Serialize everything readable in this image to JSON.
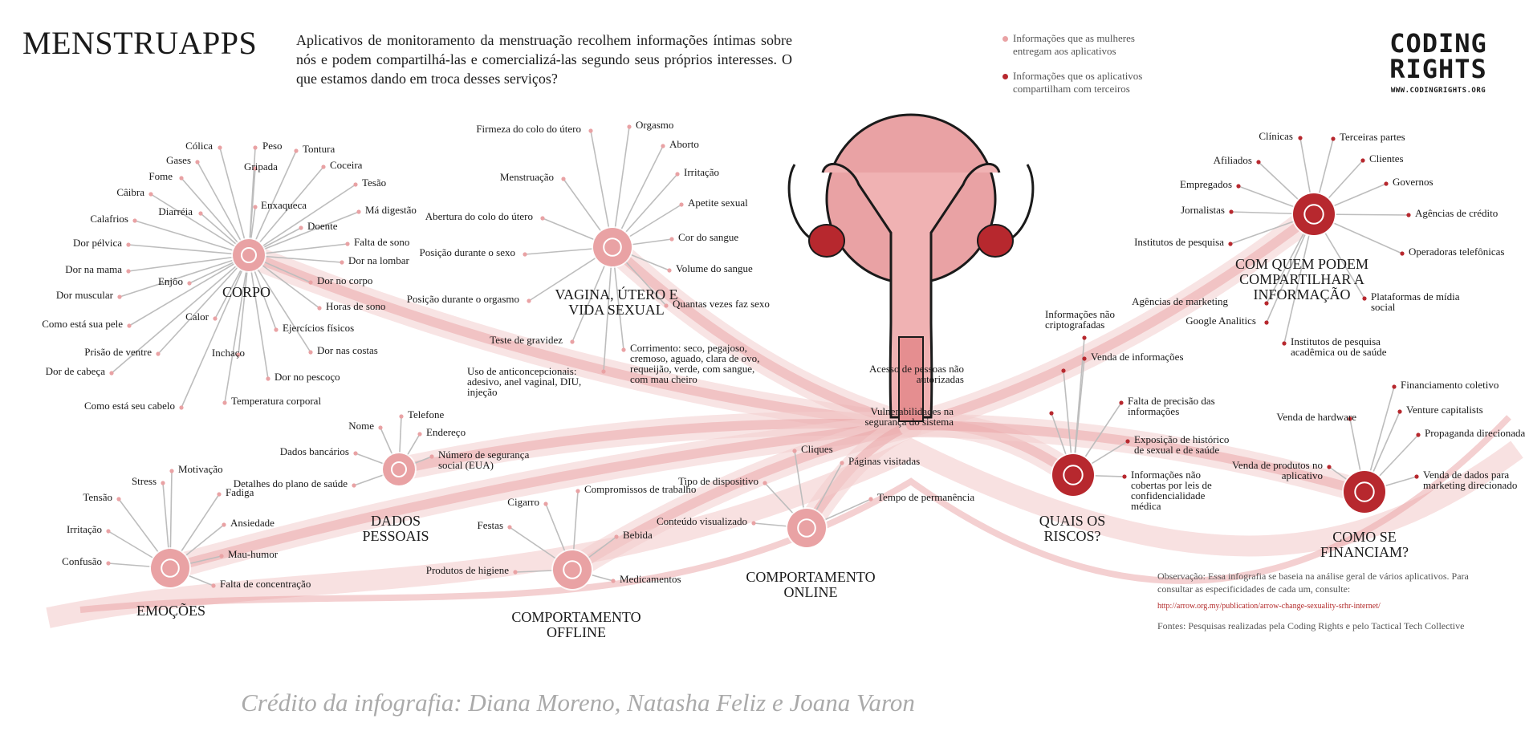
{
  "header": {
    "title": "MENSTRUAPPS",
    "intro": "Aplicativos de monitoramento da menstruação recolhem informações íntimas sobre nós e podem compartilhá-las e comercializá-las segundo seus próprios interesses. O que estamos dando em troca desses serviços?"
  },
  "legend": {
    "women_give": "Informações que as mulheres entregam aos aplicativos",
    "apps_share": "Informações que os aplicativos compartilham com terceiros"
  },
  "logo": {
    "line1": "CODING",
    "line2": "RIGHTS",
    "url": "WWW.CODINGRIGHTS.ORG"
  },
  "colors": {
    "pink": "#e9a2a4",
    "pink_light": "#f3cdcd",
    "red": "#b7282e",
    "dark": "#1a1a1a",
    "muted": "#aaaaaa"
  },
  "hubs": {
    "corpo": {
      "label": "CORPO",
      "icon": "handshake-icon",
      "items": [
        "Cólica",
        "Peso",
        "Tontura",
        "Gases",
        "Gripada",
        "Coceira",
        "Fome",
        "Tesão",
        "Câibra",
        "Enxaqueca",
        "Má digestão",
        "Diarréia",
        "Doente",
        "Calafrios",
        "Falta de sono",
        "Dor pélvica",
        "Dor na lombar",
        "Dor na mama",
        "Dor no corpo",
        "Enjôo",
        "Dor muscular",
        "Horas de sono",
        "Como está sua pele",
        "Calor",
        "Ejercícios físicos",
        "Prisão de ventre",
        "Inchaço",
        "Dor nas costas",
        "Dor de cabeça",
        "Dor no pescoço",
        "Como está seu cabelo",
        "Temperatura corporal"
      ]
    },
    "vagina": {
      "label": "VAGINA, ÚTERO E VIDA SEXUAL",
      "icon": "vulva-icon",
      "items": [
        "Firmeza do colo do útero",
        "Orgasmo",
        "Aborto",
        "Irritação",
        "Menstruação",
        "Apetite sexual",
        "Abertura do colo do útero",
        "Cor do sangue",
        "Posição durante o sexo",
        "Volume do sangue",
        "Posição durante o orgasmo",
        "Quantas vezes faz sexo",
        "Teste de gravidez",
        "Corrimento: seco, pegajoso, cremoso, aguado, clara de ovo, requeijão, verde, com sangue, com mau cheiro",
        "Uso de anticoncepcionais: adesivo, anel vaginal, DIU, injeção"
      ]
    },
    "dados": {
      "label": "DADOS PESSOAIS",
      "icon": "id-card-icon",
      "items": [
        "Telefone",
        "Nome",
        "Endereço",
        "Dados bancários",
        "Número de segurança social (EUA)",
        "Detalhes do plano de saúde"
      ]
    },
    "emocoes": {
      "label": "EMOÇÕES",
      "icon": "faces-icon",
      "items": [
        "Motivação",
        "Stress",
        "Tensão",
        "Fadiga",
        "Ansiedade",
        "Irritação",
        "Mau-humor",
        "Confusão",
        "Falta de concentração"
      ]
    },
    "offline": {
      "label": "COMPORTAMENTO OFFLINE",
      "icon": "phone-icon",
      "items": [
        "Compromissos de trabalho",
        "Cigarro",
        "Festas",
        "Bebida",
        "Produtos de higiene",
        "Medicamentos"
      ]
    },
    "online": {
      "label": "COMPORTAMENTO ONLINE",
      "icon": "smartphone-icon",
      "items": [
        "Cliques",
        "Páginas visitadas",
        "Tipo de dispositivo",
        "Tempo de permanência",
        "Conteúdo visualizado"
      ]
    },
    "riscos": {
      "label": "QUAIS OS RISCOS?",
      "icon": "tightrope-icon",
      "items": [
        "Informações não criptografadas",
        "Venda de informações",
        "Acesso de pessoas não autorizadas",
        "Falta de precisão das informações",
        "Vulnerabilidades na segurança do sistema",
        "Exposição de histórico de sexual e de saúde",
        "Informações não cobertas por leis de confidencialidade médica"
      ]
    },
    "compartilhar": {
      "label": "COM QUEM PODEM COMPARTILHAR A INFORMAÇÃO",
      "icon": "share-icon",
      "items": [
        "Clínicas",
        "Terceiras partes",
        "Afiliados",
        "Clientes",
        "Empregados",
        "Governos",
        "Jornalistas",
        "Agências de crédito",
        "Institutos de pesquisa",
        "Operadoras telefônicas",
        "Agências de marketing",
        "Plataformas de mídia social",
        "Google Analitics",
        "Institutos de pesquisa acadêmica ou de saúde"
      ]
    },
    "financiam": {
      "label": "COMO SE FINANCIAM?",
      "icon": "money-icon",
      "items": [
        "Financiamento coletivo",
        "Venda de hardware",
        "Venture capitalists",
        "Propaganda direcionada",
        "Venda de produtos no aplicativo",
        "Venda de dados para marketing direcionado"
      ]
    }
  },
  "notes": {
    "obs": "Observação: Essa infografia se baseia na análise geral de vários aplicativos. Para consultar as especificidades de cada um, consulte:",
    "link": "http://arrow.org.my/publication/arrow-change-sexuality-srhr-internet/",
    "sources": "Fontes: Pesquisas realizadas pela Coding Rights e pelo Tactical Tech Collective"
  },
  "credit": "Crédito da infografia: Diana Moreno, Natasha Feliz e Joana Varon"
}
